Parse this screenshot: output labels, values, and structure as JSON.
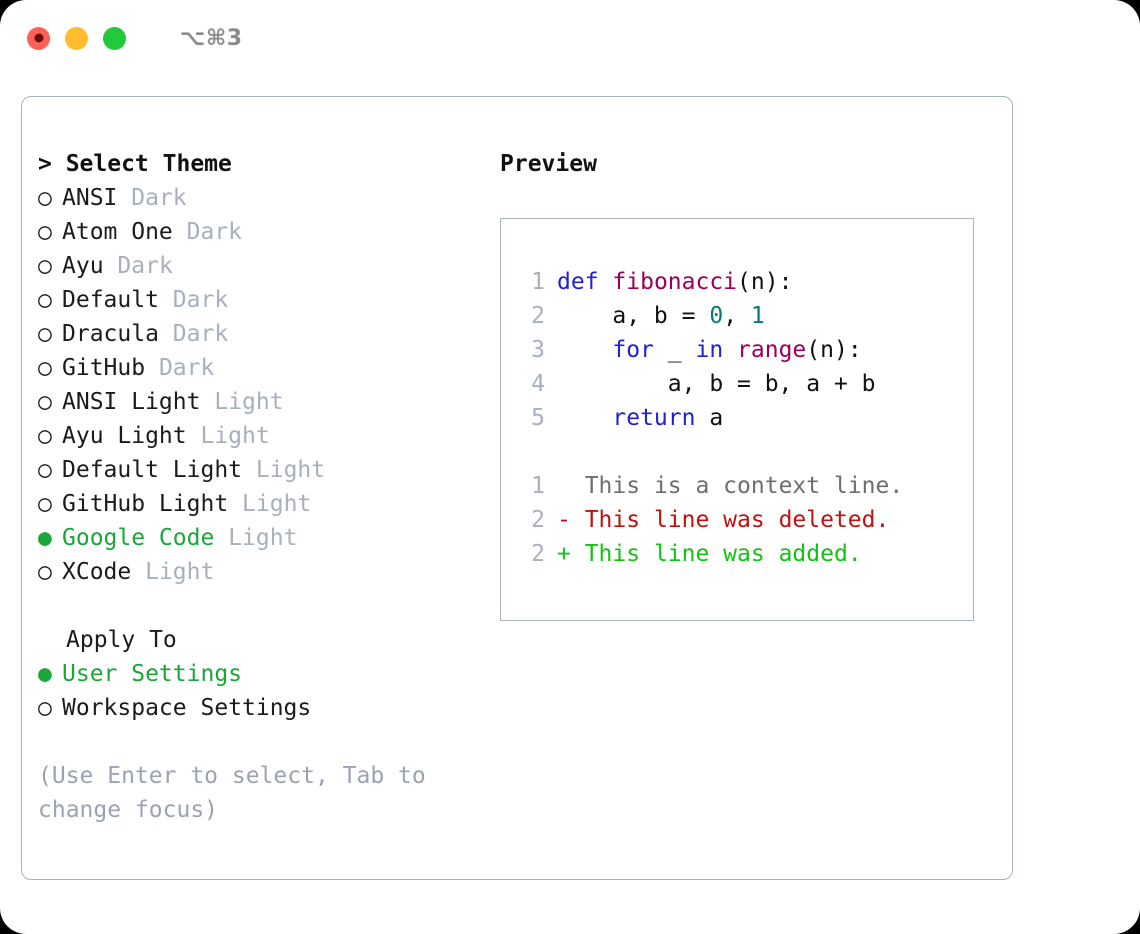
{
  "window": {
    "shortcut": "⌥⌘3",
    "traffic_lights": [
      "close-red",
      "minimize-yellow",
      "maximize-green"
    ]
  },
  "colors": {
    "accent_green": "#1aa63a",
    "muted": "#a8b0bd",
    "border": "#a9b1c0",
    "keyword": "#2222cc",
    "function": "#99005c",
    "number": "#0b7a6e",
    "diff_deleted": "#c01010",
    "diff_added": "#12c312",
    "diff_context": "#6e6e6e"
  },
  "left": {
    "heading": "> Select Theme",
    "bullet_off": "○",
    "bullet_on": "●",
    "themes": [
      {
        "name": "ANSI",
        "variant": "Dark",
        "selected": false
      },
      {
        "name": "Atom One",
        "variant": "Dark",
        "selected": false
      },
      {
        "name": "Ayu",
        "variant": "Dark",
        "selected": false
      },
      {
        "name": "Default",
        "variant": "Dark",
        "selected": false
      },
      {
        "name": "Dracula",
        "variant": "Dark",
        "selected": false
      },
      {
        "name": "GitHub",
        "variant": "Dark",
        "selected": false
      },
      {
        "name": "ANSI Light",
        "variant": "Light",
        "selected": false
      },
      {
        "name": "Ayu Light",
        "variant": "Light",
        "selected": false
      },
      {
        "name": "Default Light",
        "variant": "Light",
        "selected": false
      },
      {
        "name": "GitHub Light",
        "variant": "Light",
        "selected": false
      },
      {
        "name": "Google Code",
        "variant": "Light",
        "selected": true
      },
      {
        "name": "XCode",
        "variant": "Light",
        "selected": false
      }
    ],
    "apply_to_heading": "Apply To",
    "apply_to": [
      {
        "name": "User Settings",
        "selected": true
      },
      {
        "name": "Workspace Settings",
        "selected": false
      }
    ],
    "hint": "(Use Enter to select, Tab to change focus)"
  },
  "right": {
    "heading": "Preview",
    "code": [
      {
        "num": "1",
        "tokens": [
          {
            "t": "def",
            "c": "kw"
          },
          {
            "t": " ",
            "c": "plain"
          },
          {
            "t": "fibonacci",
            "c": "fn"
          },
          {
            "t": "(n):",
            "c": "plain"
          }
        ]
      },
      {
        "num": "2",
        "tokens": [
          {
            "t": "    a, b = ",
            "c": "plain"
          },
          {
            "t": "0",
            "c": "num"
          },
          {
            "t": ", ",
            "c": "plain"
          },
          {
            "t": "1",
            "c": "num"
          }
        ]
      },
      {
        "num": "3",
        "tokens": [
          {
            "t": "    ",
            "c": "plain"
          },
          {
            "t": "for",
            "c": "kw"
          },
          {
            "t": " _ ",
            "c": "plain"
          },
          {
            "t": "in",
            "c": "kw"
          },
          {
            "t": " ",
            "c": "plain"
          },
          {
            "t": "range",
            "c": "fn"
          },
          {
            "t": "(n):",
            "c": "plain"
          }
        ]
      },
      {
        "num": "4",
        "tokens": [
          {
            "t": "        a, b = b, a + b",
            "c": "plain"
          }
        ]
      },
      {
        "num": "5",
        "tokens": [
          {
            "t": "    ",
            "c": "plain"
          },
          {
            "t": "return",
            "c": "kw"
          },
          {
            "t": " a",
            "c": "plain"
          }
        ]
      }
    ],
    "diff": [
      {
        "num": "1",
        "marker": "  ",
        "text": "This is a context line.",
        "kind": "ctx"
      },
      {
        "num": "2",
        "marker": "- ",
        "text": "This line was deleted.",
        "kind": "del"
      },
      {
        "num": "2",
        "marker": "+ ",
        "text": "This line was added.",
        "kind": "add"
      }
    ]
  }
}
